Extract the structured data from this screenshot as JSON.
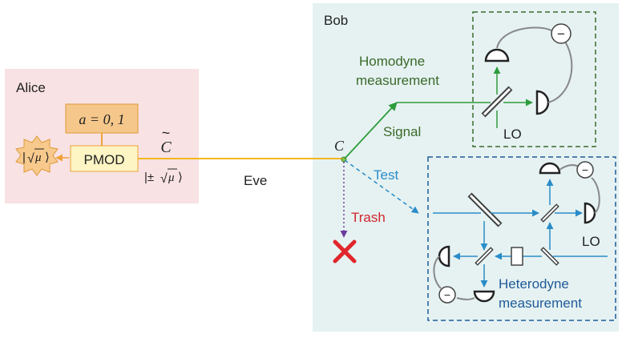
{
  "alice": {
    "title": "Alice",
    "source_open": "|",
    "source_mu": "μ",
    "source_close": "⟩",
    "modulator": "PMOD",
    "bit_label": "a = 0, 1",
    "state_open": "|±",
    "state_mu": "μ",
    "state_close": "⟩",
    "codeword": "C",
    "codeword_accent": "~"
  },
  "eve": {
    "label": "Eve"
  },
  "bob": {
    "title": "Bob",
    "split_point": "C",
    "signal_label": "Signal",
    "test_label": "Test",
    "trash_label": "Trash",
    "homodyne_label_1": "Homodyne",
    "homodyne_label_2": "measurement",
    "homodyne_lo": "LO",
    "heterodyne_label_1": "Heterodyne",
    "heterodyne_label_2": "measurement",
    "heterodyne_lo": "LO",
    "minus_sign": "−"
  },
  "colors": {
    "alice_bg": "#f8e2e3",
    "bob_bg": "#e6f2f2",
    "channel": "#f2b81f",
    "signal": "#2e9c3c",
    "homodyne": "#3a6a2a",
    "test": "#2a8cc8",
    "heterodyne": "#1f5a98",
    "trash_arrow": "#6a3a9a",
    "trash_text": "#d0262c",
    "cross": "#e0262c",
    "bit_box": "#f5c78a",
    "pmod_box": "#fdf5c4",
    "source_star": "#f7c98c"
  }
}
